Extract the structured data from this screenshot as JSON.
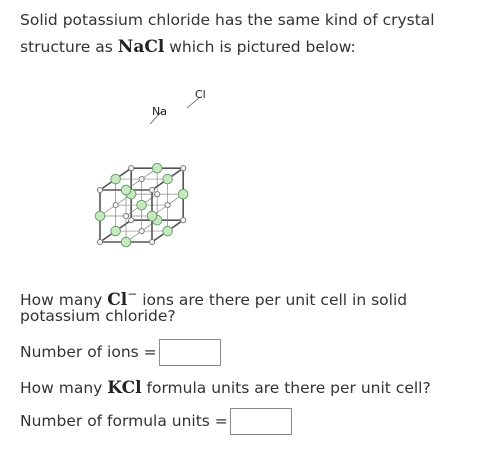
{
  "intro": {
    "line1": "Solid potassium chloride has the same kind of crystal",
    "line2_before": "structure as ",
    "line2_formula": "NaCl",
    "line2_after": " which is pictured below:"
  },
  "figure": {
    "label_na": "Na",
    "label_cl": "Cl",
    "colors": {
      "na_ion": "#c8e8c2",
      "na_ion_stroke": "#5c9a5c",
      "cl_ion": "#f4f4f4",
      "cl_ion_stroke": "#777777",
      "edge": "#555555"
    }
  },
  "question1": {
    "before": "How many ",
    "formula": "Cl",
    "charge": "−",
    "after": " ions are there per unit cell in solid",
    "line2": "potassium chloride?",
    "answer_label": "Number of ions ="
  },
  "question2": {
    "before": "How many ",
    "formula": "KCl",
    "after": " formula units are there per unit cell?",
    "answer_label": "Number of formula units ="
  }
}
